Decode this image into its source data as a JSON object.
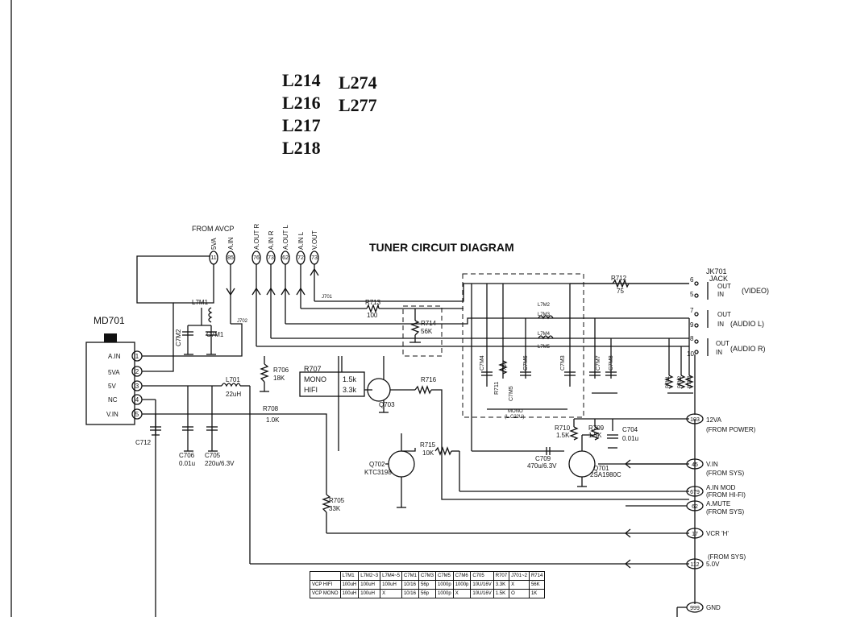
{
  "models": {
    "col1": [
      "L214",
      "L216",
      "L217",
      "L218"
    ],
    "col2": [
      "L274",
      "L277"
    ]
  },
  "title": "TUNER CIRCUIT DIAGRAM",
  "module": {
    "name": "MD701",
    "pins": [
      {
        "n": "1",
        "label": "A.IN"
      },
      {
        "n": "2",
        "label": "5VA"
      },
      {
        "n": "3",
        "label": "5V"
      },
      {
        "n": "4",
        "label": "NC"
      },
      {
        "n": "5",
        "label": "V.IN"
      }
    ]
  },
  "from_avcp": "FROM AVCP",
  "top_connectors": [
    {
      "n": "11",
      "label": "5VA"
    },
    {
      "n": "85",
      "label": "A.IN"
    },
    {
      "n": "76",
      "label": "A.OUT R"
    },
    {
      "n": "73",
      "label": "A.IN R"
    },
    {
      "n": "62",
      "label": "A.OUT L"
    },
    {
      "n": "72",
      "label": "A.IN L"
    },
    {
      "n": "73",
      "label": "V.OUT"
    }
  ],
  "jacks": {
    "name": "JK701",
    "sub": "JACK",
    "groups": [
      {
        "pins": [
          "6",
          "5"
        ],
        "top": "OUT",
        "bottom": "IN",
        "label": "(VIDEO)"
      },
      {
        "pins": [
          "7",
          "9"
        ],
        "top": "OUT",
        "bottom": "IN",
        "label": "(AUDIO L)"
      },
      {
        "pins": [
          "8",
          "10"
        ],
        "top": "OUT",
        "bottom": "IN",
        "label": "(AUDIO R)"
      }
    ]
  },
  "components": {
    "L7M1": "L7M1",
    "C7M2": "C7M2",
    "C7M1": "C7M1",
    "J702": "J702",
    "J701": "J701",
    "R713": "R713",
    "R713v": "100",
    "R714": "R714",
    "R714v": "56K",
    "R712": "R712",
    "R712v": "75",
    "L7M2": "L7M2",
    "L7M3": "L7M3",
    "L7M4": "L7M4",
    "L7M5": "L7M5",
    "C7M4": "C7M4",
    "R711": "R711",
    "R711v": "75",
    "C7M5": "C7M5",
    "C7M6": "C7M6",
    "C7M3": "C7M3",
    "C7M7": "C7M7",
    "C7M8": "C7M8",
    "mono_note": [
      "MONO",
      "(L.C22U)"
    ],
    "R706": "R706",
    "R706v": "18K",
    "R707": "R707",
    "mono": "MONO",
    "hifi": "HIFI",
    "mono_v": "1.5k",
    "hifi_v": "3.3k",
    "Q703": "Q703",
    "R716": "R716",
    "L701": "L701",
    "L701v": "22uH",
    "R708": "R708",
    "R708v": "1.0K",
    "C712": "C712",
    "C706": "C706",
    "C706v": "0.01u",
    "C705": "C705",
    "C705v": "220u/6.3V",
    "R715": "R715",
    "R715v": "10K",
    "Q702": "Q702",
    "Q702t": "KTC3198",
    "R705": "R705",
    "R705v": "33K",
    "R710": "R710",
    "R710v": "1.5K",
    "R709": "R709",
    "R709v": "1.5K",
    "C704": "C704",
    "C704v": "0.01u",
    "C709": "C709",
    "C709v": "470u/6.3V",
    "Q701": "Q701",
    "Q701t": "2SA1980C",
    "R7N1": "R7N1",
    "R7N2": "R7N2",
    "R7N3": "R7N3"
  },
  "right_connectors": [
    {
      "n": "103",
      "label": "12VA",
      "sub": "(FROM POWER)"
    },
    {
      "n": "45",
      "label": "V.IN",
      "sub": "(FROM SYS)"
    },
    {
      "n": "679",
      "label": "A.IN MOD",
      "sub": "(FROM HI-FI)"
    },
    {
      "n": "62",
      "label": "A.MUTE",
      "sub": "(FROM SYS)"
    },
    {
      "n": "17",
      "label": "VCR 'H'",
      "sub": ""
    },
    {
      "n": "112",
      "label": "5.0V",
      "sub": "(FROM SYS)"
    },
    {
      "n": "999",
      "label": "GND",
      "sub": ""
    }
  ],
  "spec_table": {
    "header": [
      "",
      "L7M1",
      "L7M2~3",
      "L7M4~5",
      "C7M1",
      "C7M3",
      "C7M5",
      "C7M6",
      "C705",
      "R707",
      "J701~2",
      "R714"
    ],
    "rows": [
      [
        "VCP HIFI",
        "100uH",
        "100uH",
        "100uH",
        "10/16",
        "56p",
        "1000p",
        "1000p",
        "10U/16V",
        "3.3K",
        "X",
        "56K"
      ],
      [
        "VCP MONO",
        "100uH",
        "100uH",
        "X",
        "10/16",
        "56p",
        "1000p",
        "X",
        "10U/16V",
        "1.5K",
        "O",
        "1K"
      ]
    ]
  }
}
